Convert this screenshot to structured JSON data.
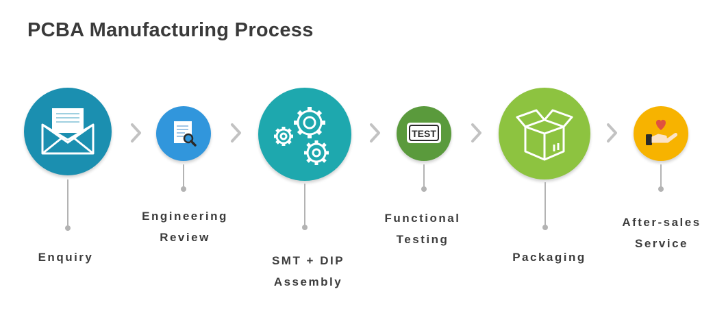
{
  "title": "PCBA Manufacturing Process",
  "steps": [
    {
      "icon": "envelope-icon",
      "color": "#1b8fb0",
      "label_lines": [
        "Enquiry"
      ]
    },
    {
      "icon": "document-magnifier-icon",
      "color": "#3196dc",
      "label_lines": [
        "Engineering",
        "Review"
      ]
    },
    {
      "icon": "gears-icon",
      "color": "#1ea8ae",
      "label_lines": [
        "SMT + DIP",
        "Assembly"
      ]
    },
    {
      "icon": "test-monitor-icon",
      "color": "#5a9a3c",
      "label_lines": [
        "Functional",
        "Testing"
      ]
    },
    {
      "icon": "box-icon",
      "color": "#8dc340",
      "label_lines": [
        "Packaging"
      ]
    },
    {
      "icon": "hand-heart-icon",
      "color": "#f7b300",
      "label_lines": [
        "After-sales",
        "Service"
      ]
    }
  ],
  "icon_text": {
    "test": "TEST"
  },
  "colors": {
    "connector": "#b3b3b3",
    "chevron": "#c2c2c2",
    "text": "#3c3c3c"
  }
}
